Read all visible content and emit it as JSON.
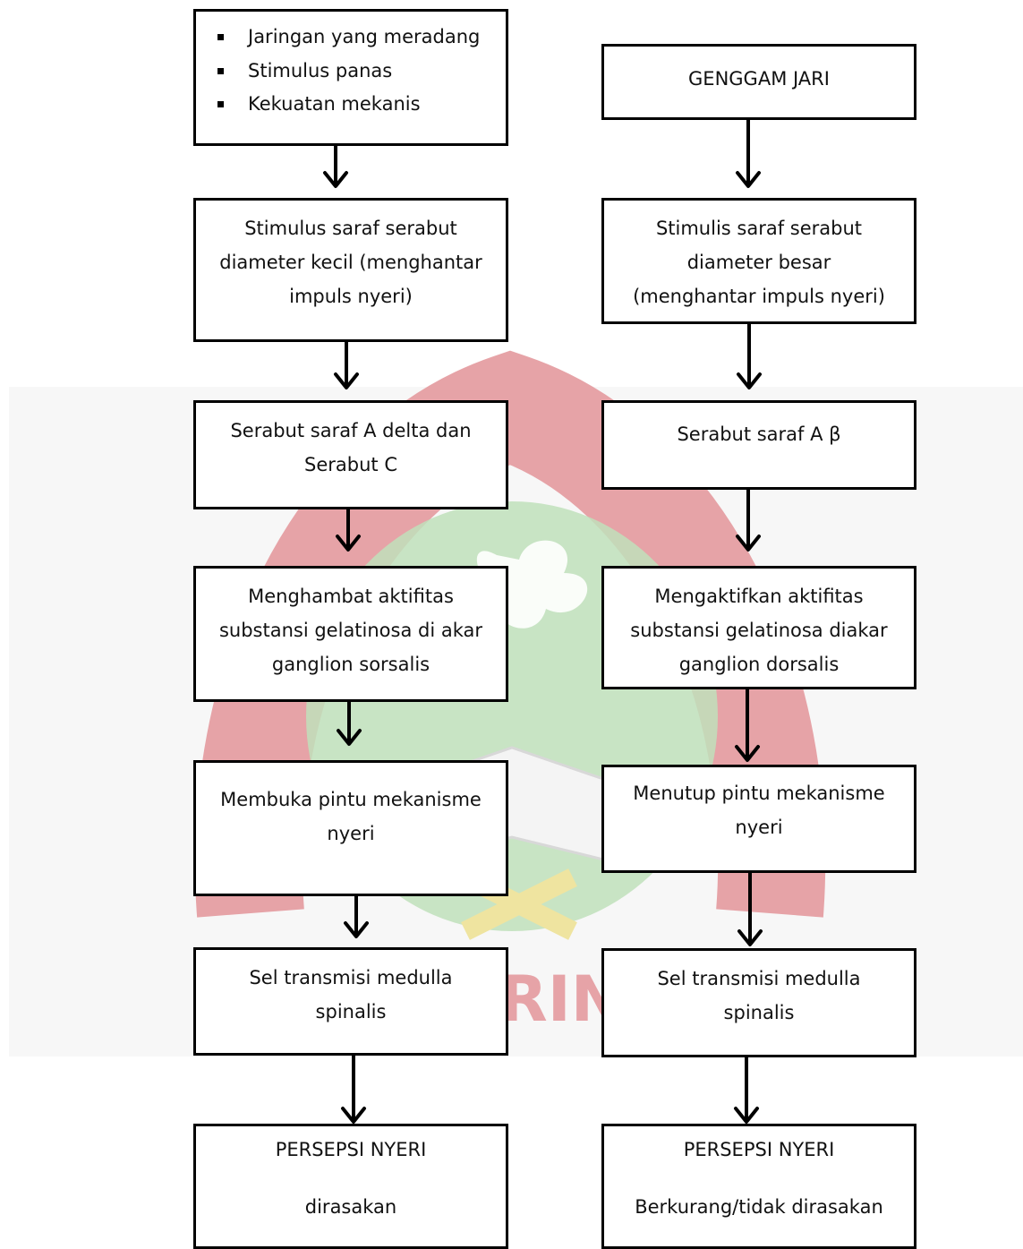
{
  "watermark": {
    "text": "ARIN",
    "colors": {
      "maroon": "#c8484f",
      "green": "#a6d4a0",
      "yellow": "#e2cf3e"
    }
  },
  "left_column": [
    {
      "bullets": [
        "Jaringan yang meradang",
        "Stimulus panas",
        "Kekuatan mekanis"
      ]
    },
    {
      "lines": [
        "Stimulus saraf serabut",
        "diameter kecil (menghantar",
        "impuls nyeri)"
      ]
    },
    {
      "lines": [
        "Serabut saraf A delta dan",
        "Serabut C"
      ]
    },
    {
      "lines": [
        "Menghambat aktifitas",
        "substansi gelatinosa di akar",
        "ganglion sorsalis"
      ]
    },
    {
      "lines": [
        "Membuka pintu mekanisme",
        "nyeri"
      ]
    },
    {
      "lines": [
        "Sel transmisi medulla",
        "spinalis"
      ]
    },
    {
      "lines": [
        "PERSEPSI NYERI",
        "",
        "dirasakan"
      ]
    }
  ],
  "right_column": [
    {
      "lines": [
        "GENGGAM JARI"
      ]
    },
    {
      "lines": [
        "Stimulis saraf serabut",
        "diameter besar",
        "(menghantar impuls nyeri)"
      ]
    },
    {
      "lines": [
        "Serabut saraf A β"
      ]
    },
    {
      "lines": [
        "Mengaktifkan aktifitas",
        "substansi gelatinosa diakar",
        "ganglion dorsalis"
      ]
    },
    {
      "lines": [
        "Menutup pintu mekanisme",
        "nyeri"
      ]
    },
    {
      "lines": [
        "Sel transmisi medulla",
        "spinalis"
      ]
    },
    {
      "lines": [
        "PERSEPSI NYERI",
        "",
        "Berkurang/tidak dirasakan"
      ]
    }
  ]
}
